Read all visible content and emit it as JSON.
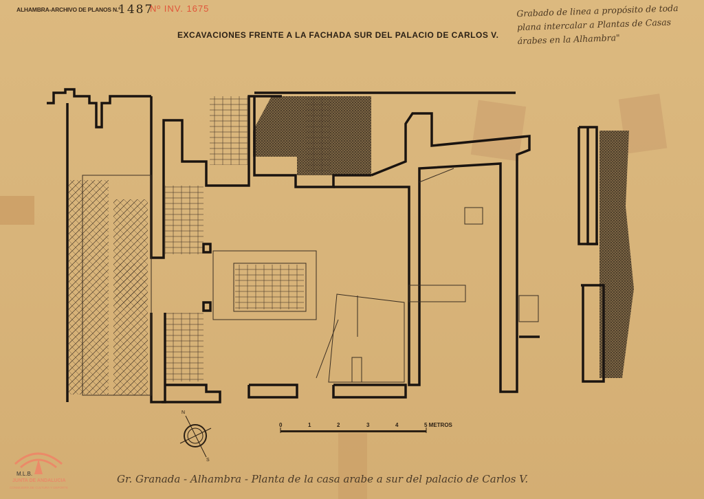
{
  "header": {
    "archive_label": "ALHAMBRA-ARCHIVO DE PLANOS N.º",
    "plan_number": "1487",
    "inventory_number": "Nº INV. 1675",
    "title": "EXCAVACIONES FRENTE A LA FACHADA SUR DEL PALACIO DE CARLOS V."
  },
  "handwritten_note": "Grabado de linea a propósito de toda plana intercalar a Plantas de Casas árabes en la Alhambra\"",
  "scale_bar": {
    "ticks": [
      "0",
      "1",
      "2",
      "3",
      "4",
      "5 METROS"
    ]
  },
  "compass": {
    "north": "N",
    "south": "S"
  },
  "caption": "Gr.  Granada - Alhambra - Planta de la casa arabe a sur del palacio de Carlos V.",
  "stamp": {
    "initials": "M.L.B.",
    "org": "JUNTA DE ANDALUCIA",
    "dept": "CONSEJERÍA DE CULTURA Y DEPORTE"
  },
  "colors": {
    "paper": "#d9b57c",
    "ink": "#1a1410",
    "red": "#e0553a"
  }
}
